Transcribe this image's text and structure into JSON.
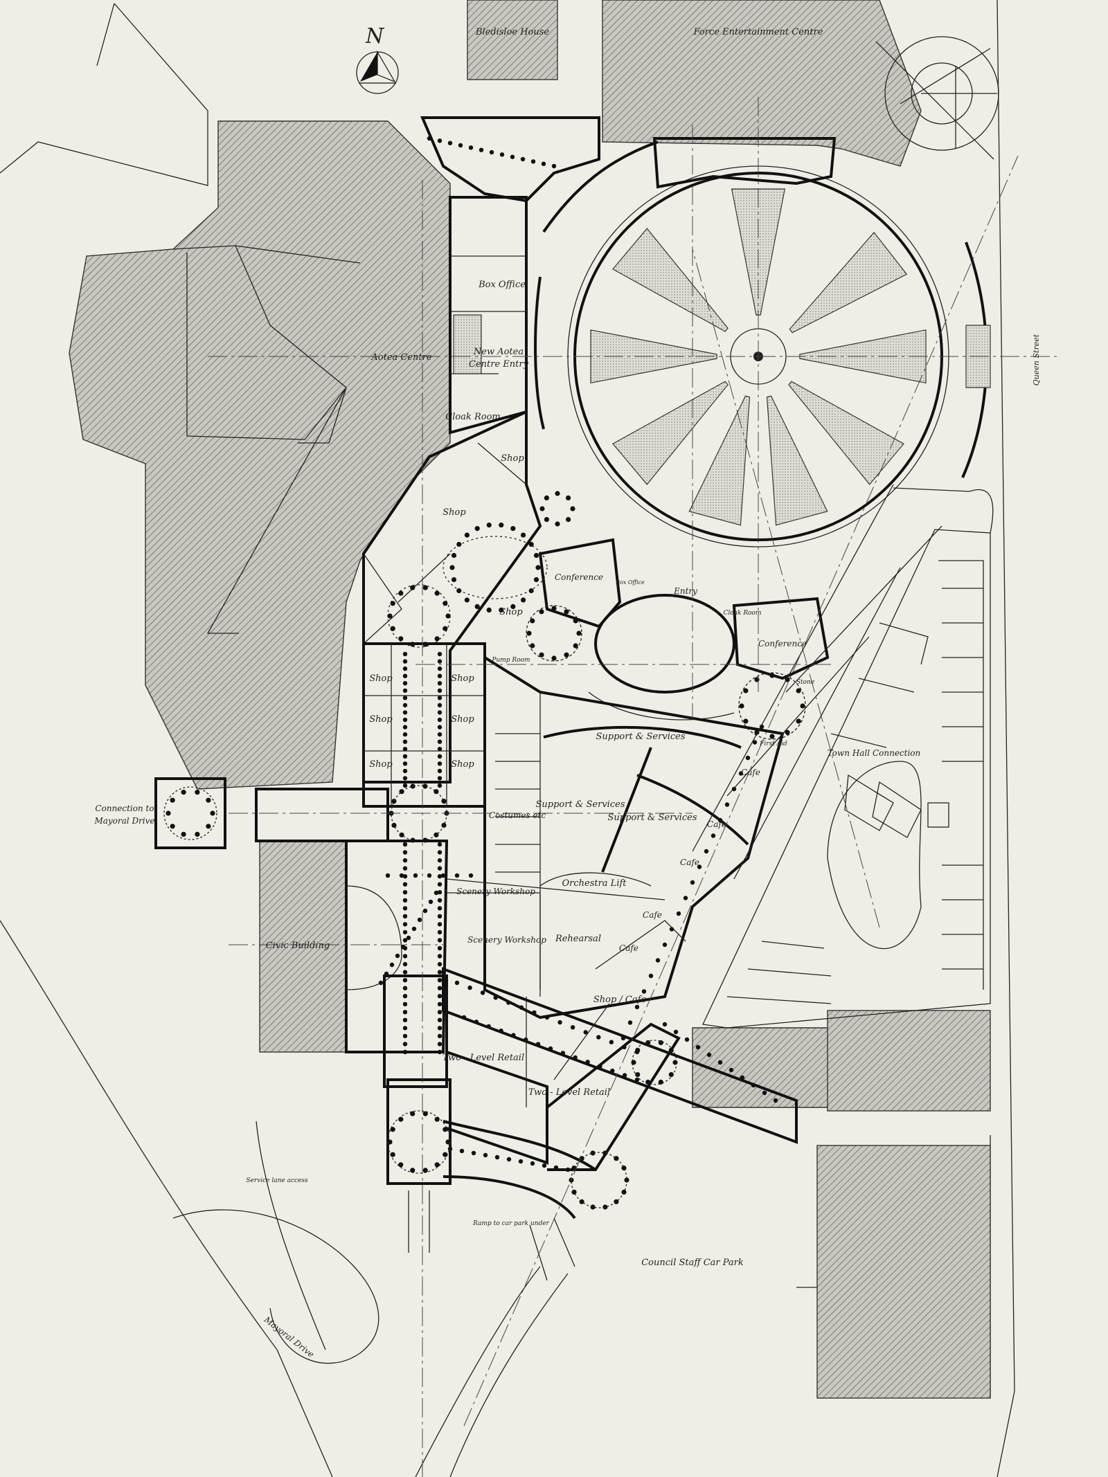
{
  "north": {
    "label": "N"
  },
  "labels": {
    "bledisloe_house": "Bledisloe House",
    "force_entertainment": "Force Entertainment Centre",
    "box_office": "Box Office",
    "new_aotea": "New Aotea",
    "centre_entry": "Centre Entry",
    "aotea_centre": "Aotea Centre",
    "cloak_room": "Cloak Room",
    "shop_a": "Shop",
    "shop_b": "Shop",
    "shop_c": "Shop",
    "conference_a": "Conference",
    "conference_b": "Conference",
    "box_office_small": "Box Office",
    "entry": "Entry",
    "cloak_room_small": "Cloak Room",
    "pump_room": "Pump Room",
    "stone": "Stone",
    "shop_row1_left": "Shop",
    "shop_row1_right": "Shop",
    "shop_row2_left": "Shop",
    "shop_row2_right": "Shop",
    "shop_row3_left": "Shop",
    "shop_row3_right": "Shop",
    "support_services_a": "Support & Services",
    "support_services_b": "Support & Services",
    "support_services_c": "Support & Services",
    "first_aid": "First Aid",
    "town_hall": "Town Hall Connection",
    "cafe_a": "Cafe",
    "cafe_b": "Cafe",
    "cafe_c": "Cafe",
    "cafe_d": "Cafe",
    "cafe_e": "Cafe",
    "costumes": "Costumes etc",
    "connection_1": "Connection to",
    "connection_2": "Mayoral Drive",
    "orchestra_lift": "Orchestra Lift",
    "scenery_a": "Scenery Workshop",
    "scenery_b": "Scenery Workshop",
    "rehearsal": "Rehearsal",
    "civic_building": "Civic Building",
    "shop_cafe": "Shop / Cafe",
    "two_level_a": "Two - Level Retail",
    "two_level_b": "Two - Level Retail",
    "service_lane": "Service lane access",
    "ramp": "Ramp to car park under",
    "council_car_park": "Council Staff Car Park",
    "mayoral_drive": "Mayoral Drive",
    "queen_street": "Queen Street"
  },
  "colors": {
    "paper": "#efeee6",
    "ink": "#111111",
    "hatch": "#555555",
    "lightfill": "#d9d8d0"
  }
}
